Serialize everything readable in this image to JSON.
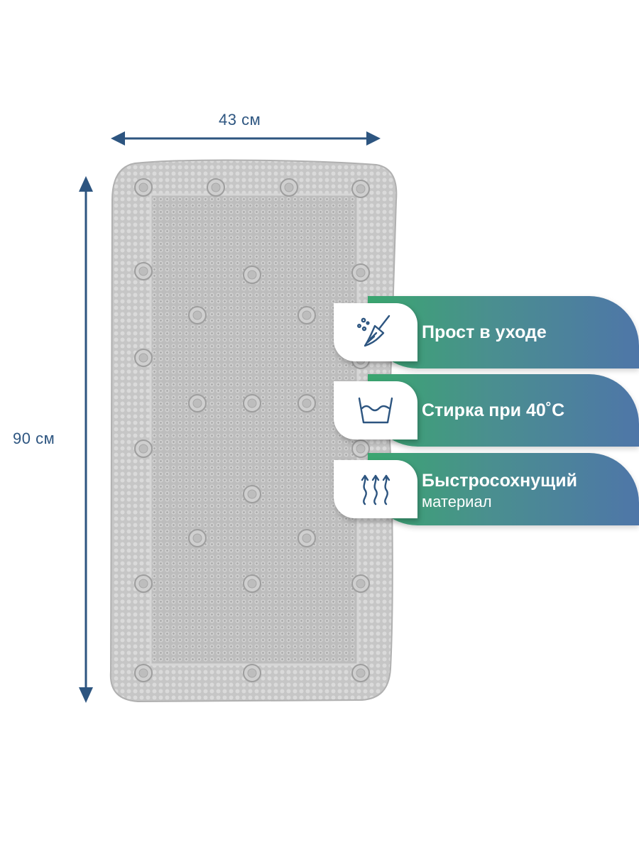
{
  "dimensions": {
    "width_label": "43 см",
    "height_label": "90 см",
    "arrow_color": "#2d5580"
  },
  "product": {
    "mat_color": "#c8c8c8",
    "mat_edge_color": "#b4b4b4"
  },
  "features": [
    {
      "title": "Прост в уходе",
      "subtitle": "",
      "icon": "broom-cleaning-icon"
    },
    {
      "title": "Стирка при 40˚С",
      "subtitle": "",
      "icon": "wash-40-icon"
    },
    {
      "title": "Быстросохнущий",
      "subtitle": "материал",
      "icon": "quick-dry-icon"
    }
  ],
  "colors": {
    "gradient_start": "#3aa66f",
    "gradient_end": "#4e76a8",
    "icon_stroke": "#2d5580"
  }
}
